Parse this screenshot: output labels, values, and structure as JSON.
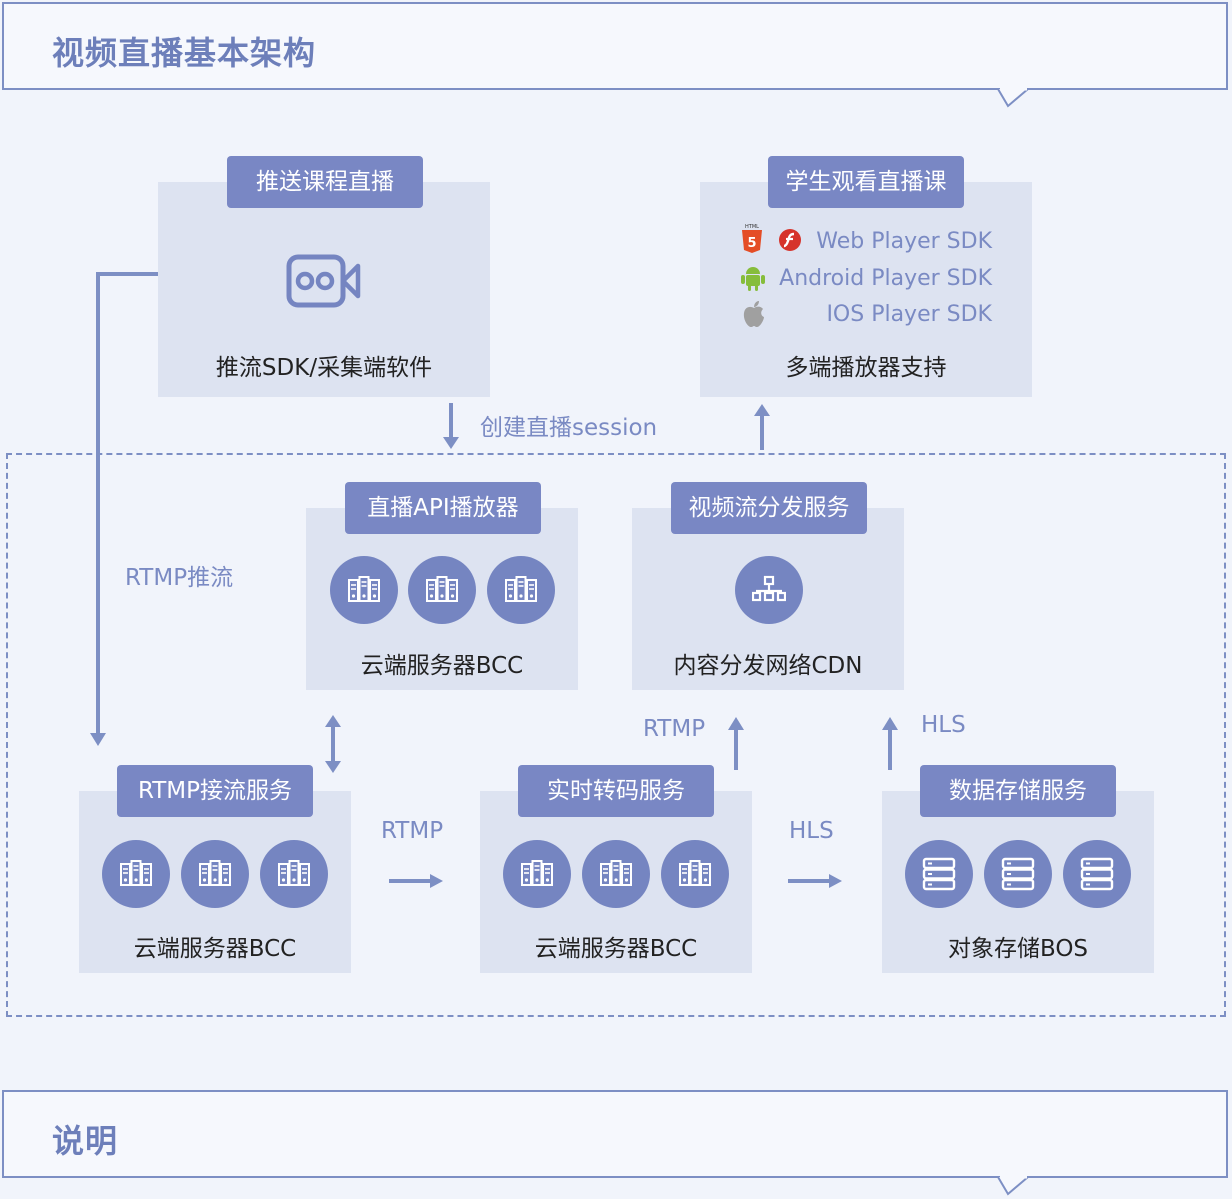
{
  "header": {
    "title": "视频直播基本架构"
  },
  "footer": {
    "title": "说明"
  },
  "push": {
    "tag": "推送课程直播",
    "caption": "推流SDK/采集端软件",
    "icon": "video-camera-icon"
  },
  "watch": {
    "tag": "学生观看直播课",
    "caption": "多端播放器支持",
    "sdks": [
      {
        "label": "Web Player SDK",
        "icons": [
          "html5-icon",
          "flash-icon"
        ]
      },
      {
        "label": "Android Player SDK",
        "icons": [
          "android-icon"
        ]
      },
      {
        "label": "IOS Player SDK",
        "icons": [
          "apple-icon"
        ]
      }
    ]
  },
  "api": {
    "tag": "直播API播放器",
    "caption": "云端服务器BCC",
    "icon": "server-icon"
  },
  "cdn": {
    "tag": "视频流分发服务",
    "caption": "内容分发网络CDN",
    "icon": "network-icon"
  },
  "rtmp_recv": {
    "tag": "RTMP接流服务",
    "caption": "云端服务器BCC",
    "icon": "server-icon"
  },
  "transcode": {
    "tag": "实时转码服务",
    "caption": "云端服务器BCC",
    "icon": "server-icon"
  },
  "storage": {
    "tag": "数据存储服务",
    "caption": "对象存储BOS",
    "icon": "storage-icon"
  },
  "edges": {
    "create_session": "创建直播session",
    "rtmp_push": "RTMP推流",
    "rtmp_to_transcode": "RTMP",
    "hls_to_storage": "HLS",
    "rtmp_to_cdn": "RTMP",
    "hls_to_cdn": "HLS"
  },
  "colors": {
    "accent": "#7987c4",
    "card": "#dde3f1",
    "background": "#f1f4fb",
    "line": "#7d8fc4"
  }
}
